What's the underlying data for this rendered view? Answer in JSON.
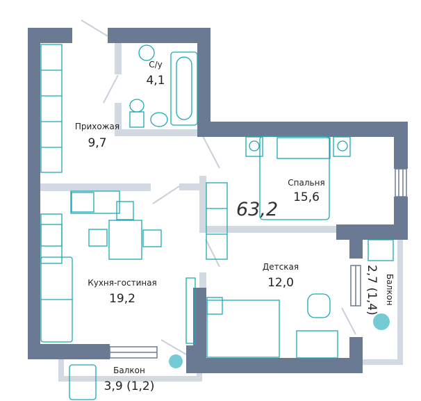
{
  "total_area": "63,2",
  "rooms": [
    {
      "name": "С/у",
      "area": "4,1"
    },
    {
      "name": "Прихожая",
      "area": "9,7"
    },
    {
      "name": "Спальня",
      "area": "15,6"
    },
    {
      "name": "Кухня-гостиная",
      "area": "19,2"
    },
    {
      "name": "Детская",
      "area": "12,0"
    },
    {
      "name": "Балкон",
      "area": "3,9 (1,2)"
    },
    {
      "name": "Балкон",
      "area": "2,7 (1,4)"
    }
  ],
  "colors": {
    "wall": "#6b7a93",
    "partition": "#d3d9e0",
    "furniture": "#19a9b5"
  }
}
